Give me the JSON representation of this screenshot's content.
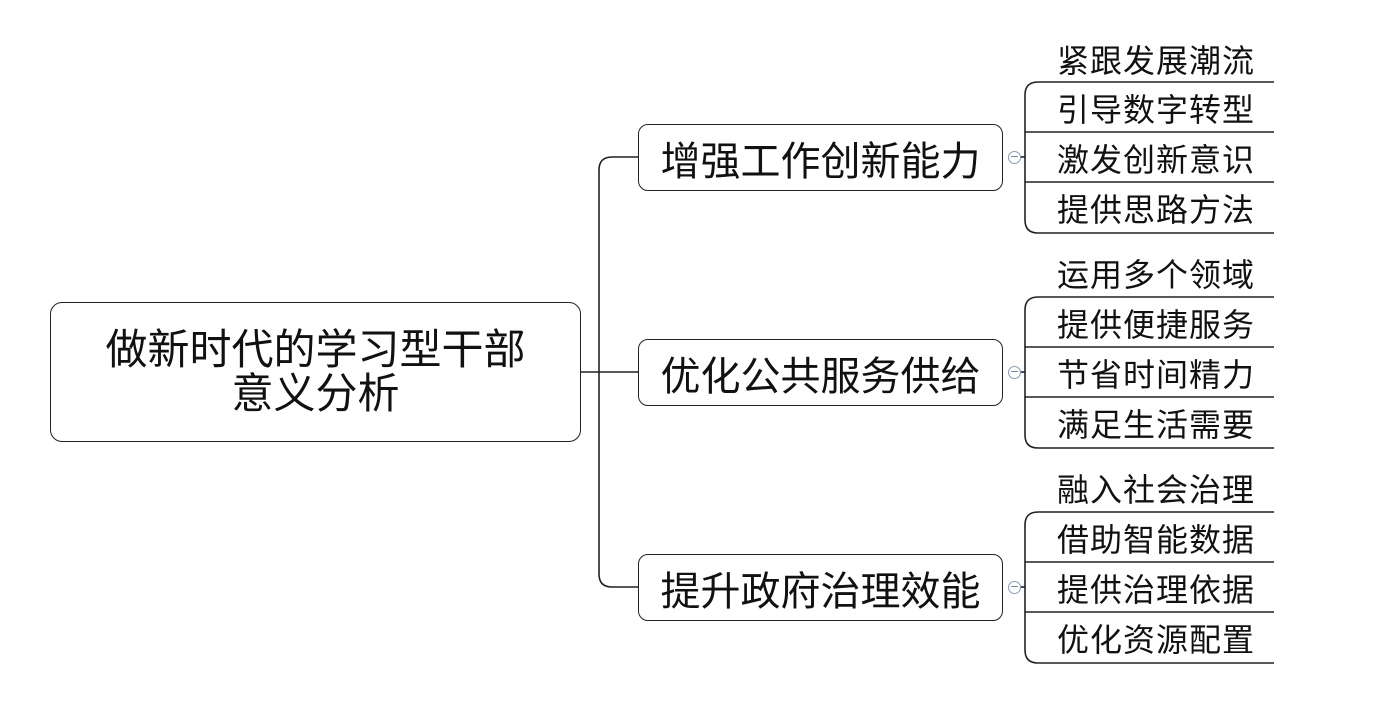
{
  "root": {
    "lines": [
      "做新时代的学习型干部",
      "意义分析"
    ]
  },
  "branches": [
    {
      "label": "增强工作创新能力",
      "items": [
        "紧跟发展潮流",
        "引导数字转型",
        "激发创新意识",
        "提供思路方法"
      ]
    },
    {
      "label": "优化公共服务供给",
      "items": [
        "运用多个领域",
        "提供便捷服务",
        "节省时间精力",
        "满足生活需要"
      ]
    },
    {
      "label": "提升政府治理效能",
      "items": [
        "融入社会治理",
        "借助智能数据",
        "提供治理依据",
        "优化资源配置"
      ]
    }
  ],
  "collapse_symbol": "−"
}
